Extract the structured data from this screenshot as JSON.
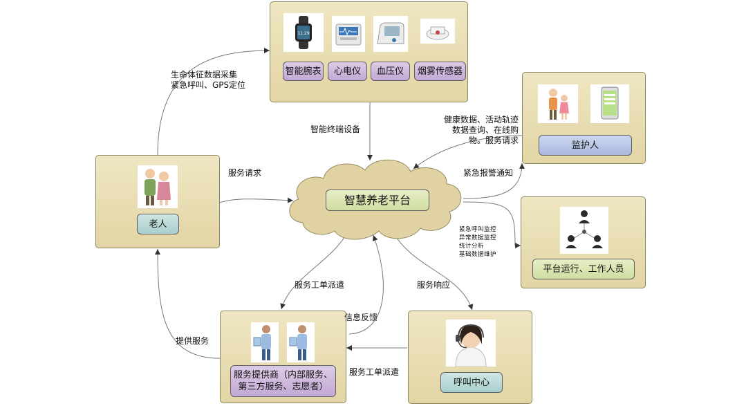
{
  "devices": {
    "labels": [
      "智能腕表",
      "心电仪",
      "血压仪",
      "烟雾传感器"
    ]
  },
  "platform": {
    "label": "智慧养老平台"
  },
  "elderly": {
    "label": "老人"
  },
  "guardian": {
    "label": "监护人"
  },
  "staff": {
    "label": "平台运行、工作人员"
  },
  "callcenter": {
    "label": "呼叫中心"
  },
  "provider": {
    "label_line1": "服务提供商（内部服务、",
    "label_line2": "第三方服务、志愿者）"
  },
  "edges": {
    "elderly_to_devices": [
      "生命体征数据采集",
      "紧急呼叫、GPS定位"
    ],
    "devices_to_platform": "智能终端设备",
    "elderly_to_platform": "服务请求",
    "guardian_to_platform": [
      "健康数据、活动轨迹",
      "数据查询、在线购",
      "物。服务请求"
    ],
    "platform_to_guardian": "紧急报警通知",
    "platform_to_staff": [
      "紧急呼叫监控",
      "异常数据监控",
      "统计分析",
      "基础数据维护"
    ],
    "platform_to_provider": "服务工单派遣",
    "provider_to_platform": "信息反馈",
    "platform_to_callcenter": "服务响应",
    "callcenter_to_provider": "服务工单派遣",
    "provider_to_elderly": "提供服务"
  }
}
